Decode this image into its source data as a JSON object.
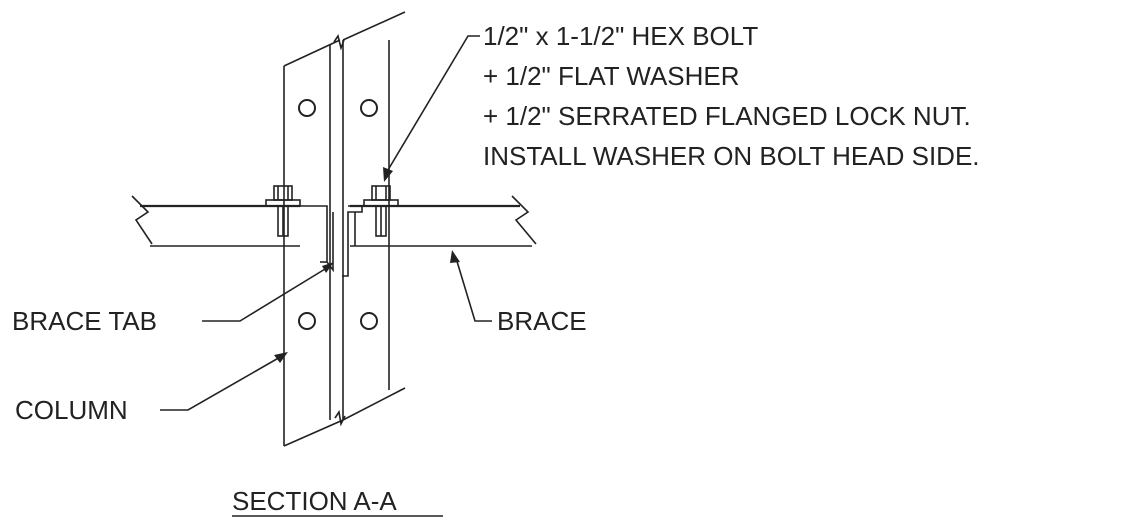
{
  "note": {
    "lines": [
      "1/2\" x 1-1/2\" HEX BOLT",
      "+ 1/2\" FLAT WASHER",
      "+ 1/2\" SERRATED FLANGED LOCK NUT.",
      "INSTALL WASHER ON BOLT HEAD SIDE."
    ]
  },
  "labels": {
    "brace_tab": "BRACE TAB",
    "brace": "BRACE",
    "column": "COLUMN"
  },
  "section_title": "SECTION A-A",
  "colors": {
    "line": "#222222",
    "background": "#ffffff"
  }
}
